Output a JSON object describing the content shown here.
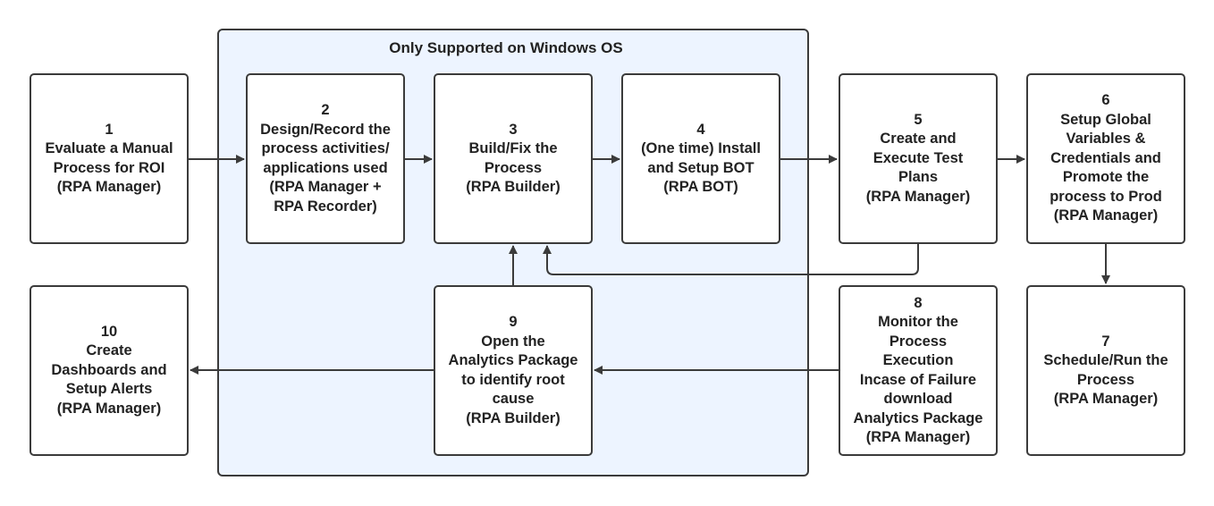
{
  "region": {
    "title": "Only Supported on Windows OS"
  },
  "steps": [
    {
      "id": "step-1",
      "lines": [
        "1",
        "Evaluate a Manual",
        "Process for ROI",
        "(RPA Manager)"
      ]
    },
    {
      "id": "step-2",
      "lines": [
        "2",
        "Design/Record the",
        "process activities/",
        "applications used",
        "(RPA Manager +",
        "RPA Recorder)"
      ]
    },
    {
      "id": "step-3",
      "lines": [
        "3",
        "Build/Fix the",
        "Process",
        "(RPA Builder)"
      ]
    },
    {
      "id": "step-4",
      "lines": [
        "4",
        "(One time) Install",
        "and Setup BOT",
        "(RPA BOT)"
      ]
    },
    {
      "id": "step-5",
      "lines": [
        "5",
        "Create and",
        "Execute Test",
        "Plans",
        "(RPA Manager)"
      ]
    },
    {
      "id": "step-6",
      "lines": [
        "6",
        "Setup Global",
        "Variables &",
        "Credentials and",
        "Promote the",
        "process to Prod",
        "(RPA Manager)"
      ]
    },
    {
      "id": "step-7",
      "lines": [
        "7",
        "Schedule/Run the",
        "Process",
        "(RPA Manager)"
      ]
    },
    {
      "id": "step-8",
      "lines": [
        "8",
        "Monitor the",
        "Process",
        "Execution",
        "Incase of Failure",
        "download",
        "Analytics Package",
        "(RPA Manager)"
      ]
    },
    {
      "id": "step-9",
      "lines": [
        "9",
        "Open the",
        "Analytics Package",
        "to identify root",
        "cause",
        "(RPA Builder)"
      ]
    },
    {
      "id": "step-10",
      "lines": [
        "10",
        "Create",
        "Dashboards and",
        "Setup Alerts",
        "(RPA Manager)"
      ]
    }
  ],
  "connections": [
    {
      "from": "step-1",
      "to": "step-2"
    },
    {
      "from": "step-2",
      "to": "step-3"
    },
    {
      "from": "step-3",
      "to": "step-4"
    },
    {
      "from": "step-4",
      "to": "step-5"
    },
    {
      "from": "step-5",
      "to": "step-6"
    },
    {
      "from": "step-6",
      "to": "step-7"
    },
    {
      "from": "step-5",
      "to": "step-3"
    },
    {
      "from": "step-8",
      "to": "step-9"
    },
    {
      "from": "step-9",
      "to": "step-3"
    },
    {
      "from": "step-9",
      "to": "step-10"
    }
  ],
  "colors": {
    "region_fill": "#edf4ff",
    "stroke": "#3b3b3b",
    "text": "#222222",
    "box_fill": "#ffffff"
  }
}
